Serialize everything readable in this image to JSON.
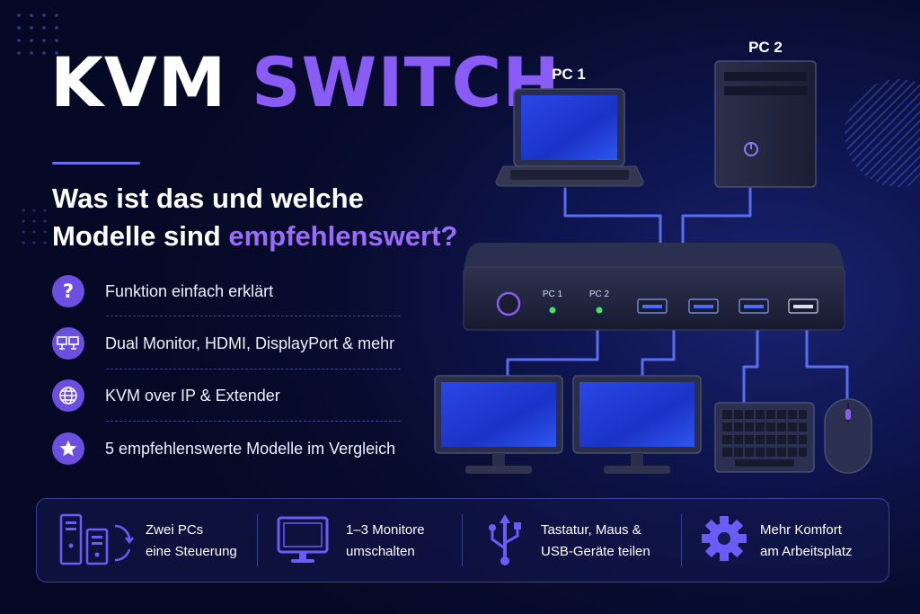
{
  "title": {
    "part1": "KVM",
    "part2": "SWITCH"
  },
  "subtitle": {
    "line1": "Was ist das und welche",
    "line2_prefix": "Modelle sind",
    "line2_highlight": "empfehlenswert?"
  },
  "features": [
    {
      "icon": "question-icon",
      "text": "Funktion einfach erklärt"
    },
    {
      "icon": "dual-monitor-icon",
      "text": "Dual Monitor, HDMI, DisplayPort & mehr"
    },
    {
      "icon": "globe-icon",
      "text": "KVM over IP & Extender"
    },
    {
      "icon": "star-icon",
      "text": "5 empfehlenswerte Modelle im Vergleich"
    }
  ],
  "diagram": {
    "pc1_label": "PC 1",
    "pc2_label": "PC 2",
    "switch_port1": "PC 1",
    "switch_port2": "PC 2"
  },
  "benefits": [
    {
      "icon": "two-pcs-icon",
      "line1": "Zwei PCs",
      "line2": "eine Steuerung"
    },
    {
      "icon": "monitor-icon",
      "line1": "1–3 Monitore",
      "line2": "umschalten"
    },
    {
      "icon": "usb-icon",
      "line1": "Tastatur, Maus &",
      "line2": "USB-Geräte teilen"
    },
    {
      "icon": "gear-icon",
      "line1": "Mehr Komfort",
      "line2": "am Arbeitsplatz"
    }
  ],
  "colors": {
    "accent": "#8a5cf6",
    "icon_bg": "#6a4fe0",
    "cable": "#5a6cf0",
    "led": "#49e070",
    "background": "#080c2e"
  }
}
